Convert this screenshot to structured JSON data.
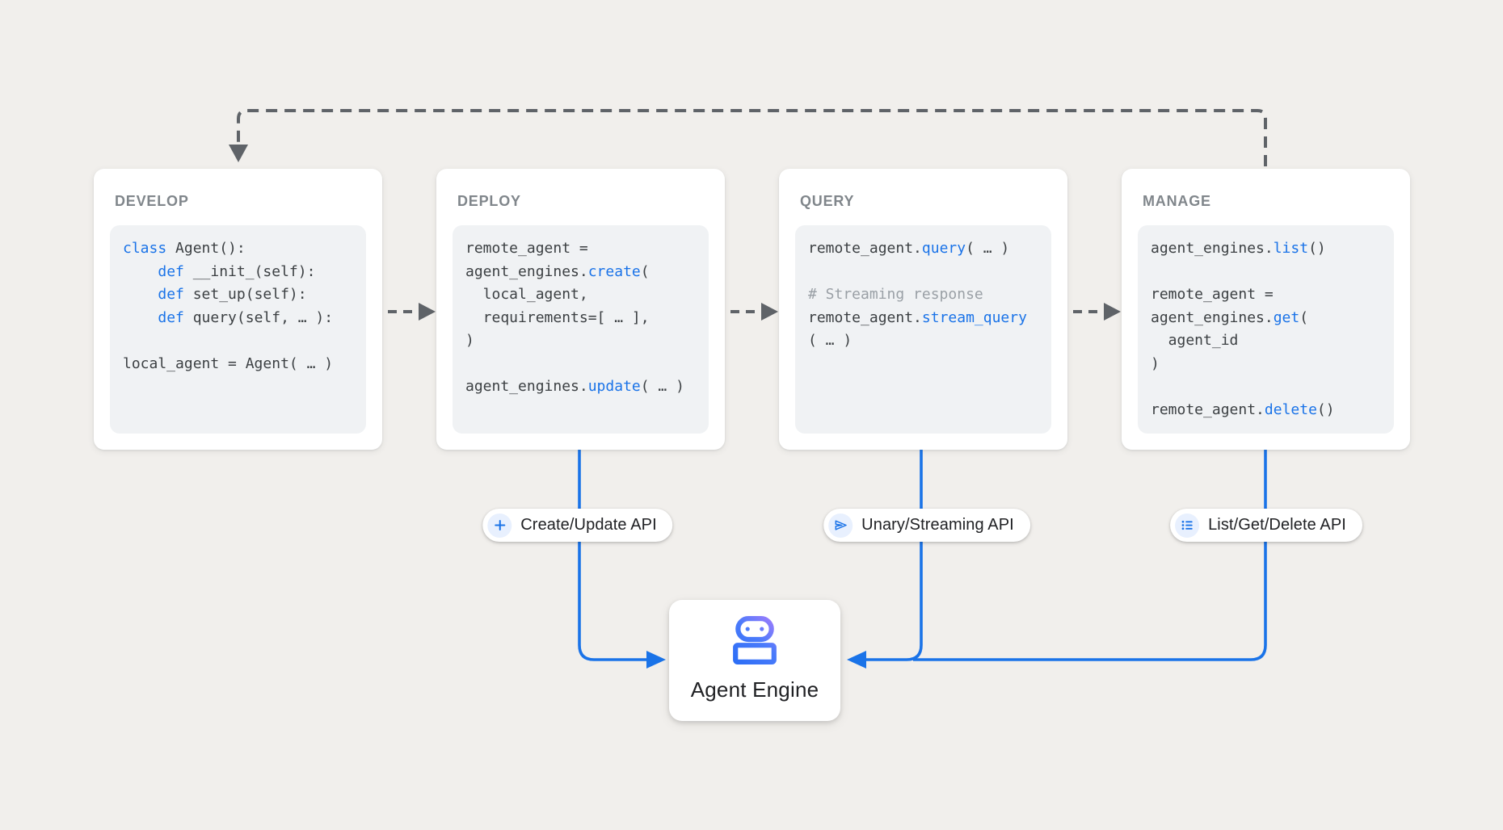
{
  "stages": [
    {
      "title": "DEVELOP",
      "lines": [
        [
          [
            "class",
            "b"
          ],
          [
            " Agent():",
            "p"
          ]
        ],
        [
          [
            "    ",
            "p"
          ],
          [
            "def",
            "b"
          ],
          [
            " __init_(self):",
            "p"
          ]
        ],
        [
          [
            "    ",
            "p"
          ],
          [
            "def",
            "b"
          ],
          [
            " set_up(self):",
            "p"
          ]
        ],
        [
          [
            "    ",
            "p"
          ],
          [
            "def",
            "b"
          ],
          [
            " query(self, … ):",
            "p"
          ]
        ],
        [],
        [
          [
            "local_agent = Agent( … )",
            "p"
          ]
        ]
      ]
    },
    {
      "title": "DEPLOY",
      "lines": [
        [
          [
            "remote_agent =",
            "p"
          ]
        ],
        [
          [
            "agent_engines.",
            "p"
          ],
          [
            "create",
            "b"
          ],
          [
            "(",
            "p"
          ]
        ],
        [
          [
            "  local_agent,",
            "p"
          ]
        ],
        [
          [
            "  requirements=[ … ],",
            "p"
          ]
        ],
        [
          [
            ")",
            "p"
          ]
        ],
        [],
        [
          [
            "agent_engines.",
            "p"
          ],
          [
            "update",
            "b"
          ],
          [
            "( … )",
            "p"
          ]
        ]
      ]
    },
    {
      "title": "QUERY",
      "lines": [
        [
          [
            "remote_agent.",
            "p"
          ],
          [
            "query",
            "b"
          ],
          [
            "( … )",
            "p"
          ]
        ],
        [],
        [
          [
            "# Streaming response",
            "c"
          ]
        ],
        [
          [
            "remote_agent.",
            "p"
          ],
          [
            "stream_query",
            "b"
          ]
        ],
        [
          [
            "( … )",
            "p"
          ]
        ]
      ]
    },
    {
      "title": "MANAGE",
      "lines": [
        [
          [
            "agent_engines.",
            "p"
          ],
          [
            "list",
            "b"
          ],
          [
            "()",
            "p"
          ]
        ],
        [],
        [
          [
            "remote_agent =",
            "p"
          ]
        ],
        [
          [
            "agent_engines.",
            "p"
          ],
          [
            "get",
            "b"
          ],
          [
            "(",
            "p"
          ]
        ],
        [
          [
            "  agent_id",
            "p"
          ]
        ],
        [
          [
            ")",
            "p"
          ]
        ],
        [],
        [
          [
            "remote_agent.",
            "p"
          ],
          [
            "delete",
            "b"
          ],
          [
            "()",
            "p"
          ]
        ]
      ]
    }
  ],
  "pills": [
    {
      "label": "Create/Update API",
      "icon": "plus-icon"
    },
    {
      "label": "Unary/Streaming API",
      "icon": "send-icon"
    },
    {
      "label": "List/Get/Delete API",
      "icon": "list-icon"
    }
  ],
  "engine": {
    "label": "Agent Engine",
    "icon": "robot-icon"
  },
  "colors": {
    "background": "#f1efec",
    "accent_blue": "#1a73e8",
    "connector_gray": "#5f6368",
    "comment_gray": "#9aa0a6",
    "code_text": "#3c4043",
    "title_gray": "#80868b",
    "pill_icon_bg": "#e8f0fe",
    "robot_gradient_start": "#2a6df5",
    "robot_gradient_end": "#a97dfc"
  }
}
